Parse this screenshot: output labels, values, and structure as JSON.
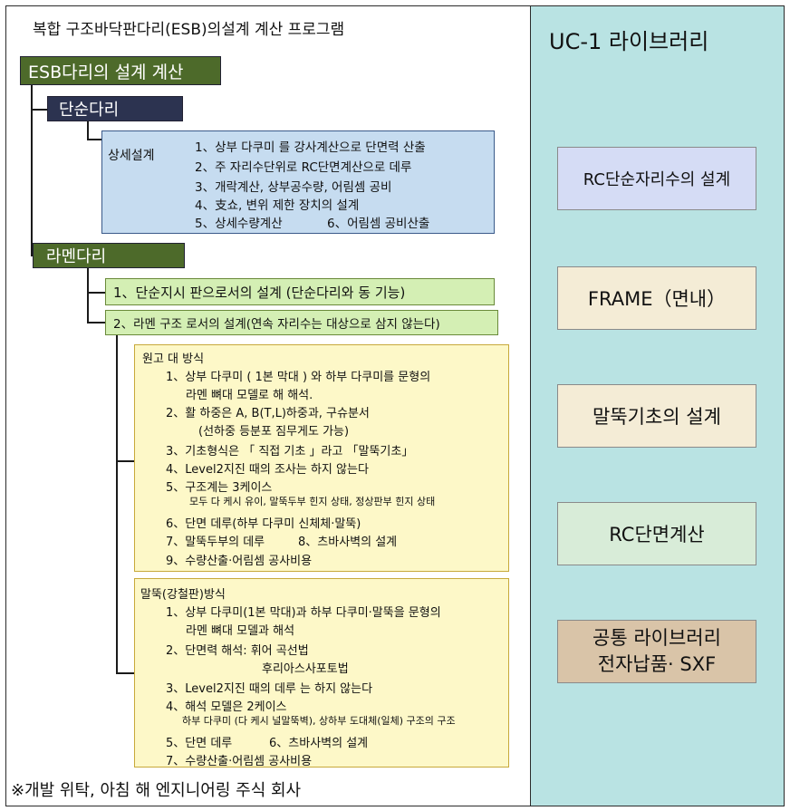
{
  "title": "복합 구조바닥판다리(ESB)의설계 계산 프로그램",
  "footer": "※개발 위탁, 아침 해 엔지니어링 주식 회사",
  "main": {
    "esb_header": "ESB다리의 설계 계산",
    "simple_header": "단순다리",
    "detail": {
      "label": "상세설계",
      "items": [
        "1、상부 다쿠미 를 강사계산으로 단면력 산출",
        "2、주 자리수단위로 RC단면계산으로 데루",
        "3、개락계산, 상부공수량, 어림셈 공비",
        "4、支쇼, 변위 제한 장치의 설계",
        "5、상세수량계산",
        "6、어림셈 공비산출"
      ]
    },
    "ramen_header": "라멘다리",
    "ramen_opt1": "1、단순지시 판으로서의 설계 (단순다리와 동 기능)",
    "ramen_opt2": "2、라멘 구조 로서의 설계(연속 자리수는 대상으로 삼지 않는다)",
    "genko": {
      "title": "원고 대 방식",
      "items": [
        "1、상부 다쿠미 ( 1본 막대 ) 와 하부 다쿠미를 문형의",
        "라멘 뼈대 모델로 해 해석.",
        "2、활 하중은 A, B(T,L)하중과, 구슈분서",
        "(선하중 등분포 짐무게도 가능)",
        "3、기초형식은 「 직접 기초 」라고 「말뚝기초」",
        "4、Level2지진 때의 조사는 하지 않는다",
        "5、구조계는 3케이스",
        "모두 다 케시 유이, 말뚝두부 힌지 상태, 정상판부 힌지 상태",
        "6、단면 데루(하부 다쿠미 신체체·말뚝)",
        "7、말뚝두부의 데루",
        "8、츠바사벽의 설계",
        "9、수량산출·어림셈 공사비용"
      ]
    },
    "pile": {
      "title": "말뚝(강철판)방식",
      "items": [
        "1、상부 다쿠미(1본 막대)과 하부 다쿠미·말뚝을 문형의",
        "라멘 뼈대 모델과 해석",
        "2、단면력 해석: 휘어 곡선법",
        "후리아스사포토법",
        "3、Level2지진 때의 데루 는 하지 않는다",
        "4、해석 모델은 2케이스",
        "하부 다쿠미   (다 케시 널말뚝벽), 상하부 도대체(일체) 구조의 구조",
        "5、단면 데루",
        "6、츠바사벽의 설계",
        "7、수량산출·어림셈 공사비용"
      ]
    }
  },
  "library": {
    "title": "UC-1 라이브러리",
    "items": [
      "RC단순자리수의 설계",
      "FRAME（면내）",
      "말뚝기초의 설계",
      "RC단면계산",
      "공통 라이브러리",
      "전자납품· SXF"
    ]
  }
}
